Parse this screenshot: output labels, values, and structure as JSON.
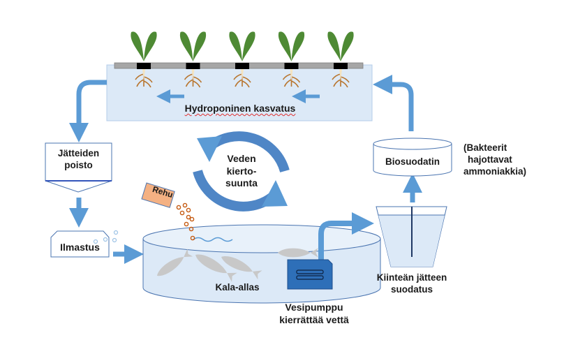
{
  "title": "Aquaponics water circulation diagram",
  "labels": {
    "hydroponic": "Hydroponinen kasvatus",
    "waste_removal_1": "Jätteiden",
    "waste_removal_2": "poisto",
    "aeration": "Ilmastus",
    "circulation_1": "Veden",
    "circulation_2": "kierto-",
    "circulation_3": "suunta",
    "feed": "Rehu",
    "fish_tank": "Kala-allas",
    "pump_1": "Vesipumppu",
    "pump_2": "kierrättää vettä",
    "biofilter": "Biosuodatin",
    "bacteria_1": "(Bakteerit",
    "bacteria_2": "hajottavat",
    "bacteria_3": "ammoniakkia)",
    "solid_filter_1": "Kiinteän jätteen",
    "solid_filter_2": "suodatus"
  },
  "plants": {
    "count": 5
  },
  "colors": {
    "arrow": "#5b9bd5",
    "arrow_dark": "#4178b8",
    "water": "#dce9f7",
    "outline": "#4a74b0",
    "leaf": "#4e8a34",
    "root": "#b8752e",
    "feed_box": "#f4b183",
    "pellet": "#c55a11",
    "fish": "#c8c8c8",
    "pump": "#2e6fb8",
    "rail": "#a6a6a6"
  }
}
